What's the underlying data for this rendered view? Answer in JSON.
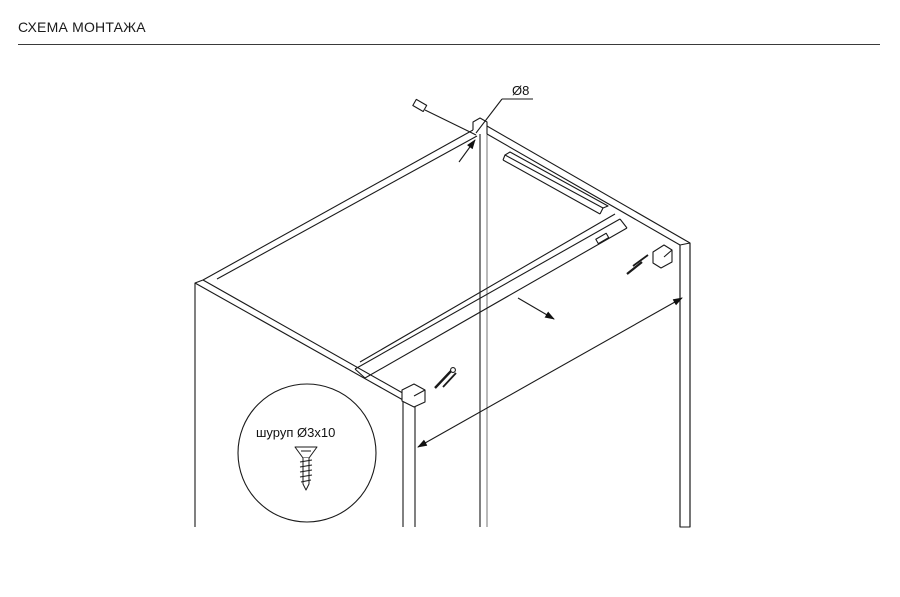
{
  "header": {
    "title": "СХЕМА МОНТАЖА"
  },
  "dimensions": {
    "diameter_label": "Ø8"
  },
  "callout": {
    "screw_label": "шуруп Ø3x10"
  },
  "icons": [
    "screw-icon",
    "connector-plug-icon",
    "mounting-bracket-icon"
  ]
}
